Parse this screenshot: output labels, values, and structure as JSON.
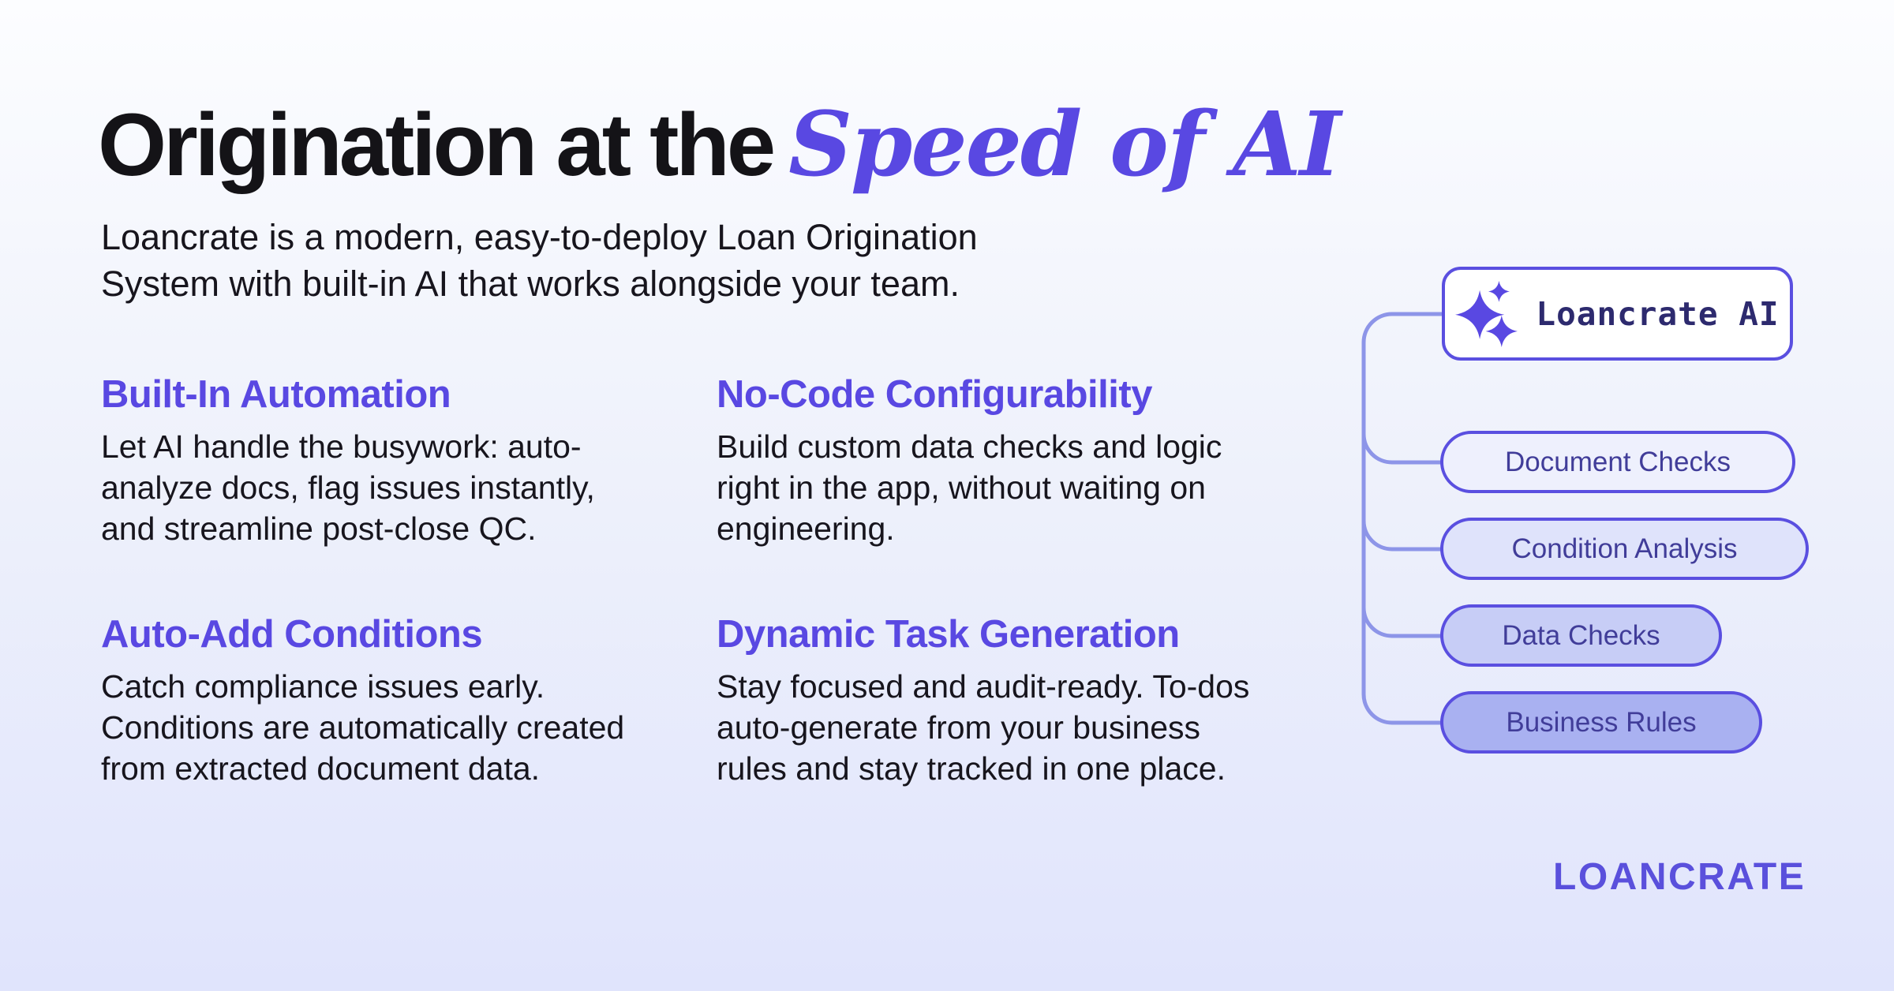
{
  "colors": {
    "accent": "#5948e2",
    "node_border": "#5a4fe0",
    "connector": "#8d95e8",
    "pill_text": "#413d99",
    "box_text": "#2d2a6e",
    "ink": "#17151d",
    "bg_top": "#fcfdff",
    "bg_bottom": "#e0e4fc",
    "wordmark": "#5a50dc"
  },
  "hero": {
    "title_regular": "Origination at the",
    "title_accent": "Speed of AI",
    "subtitle": "Loancrate is a modern, easy-to-deploy Loan Origination\nSystem with built-in AI that works alongside your team."
  },
  "features": [
    {
      "title": "Built-In Automation",
      "body": "Let AI handle the busywork: auto-\nanalyze docs, flag issues instantly,\nand streamline post-close QC."
    },
    {
      "title": "No-Code Configurability",
      "body": "Build custom data checks and logic\nright in the app, without waiting on\nengineering."
    },
    {
      "title": "Auto-Add Conditions",
      "body": "Catch compliance issues early.\nConditions are automatically created\nfrom extracted document data."
    },
    {
      "title": "Dynamic Task Generation",
      "body": "Stay focused and audit-ready. To-dos\nauto-generate from your business\nrules and stay tracked in one place."
    }
  ],
  "diagram": {
    "root_label": "Loancrate AI",
    "root_icon": "sparkles-icon",
    "nodes": [
      {
        "label": "Document Checks",
        "bg": "#eef0fd"
      },
      {
        "label": "Condition Analysis",
        "bg": "#dfe3fb"
      },
      {
        "label": "Data Checks",
        "bg": "#c7cdf6"
      },
      {
        "label": "Business Rules",
        "bg": "#a9b1f1"
      }
    ]
  },
  "footer": {
    "wordmark": "LOANCRATE"
  }
}
